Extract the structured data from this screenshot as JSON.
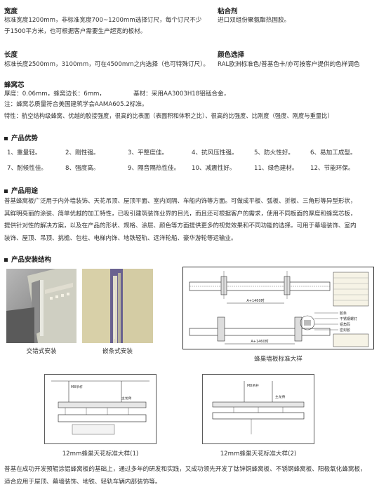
{
  "width": {
    "title": "宽度",
    "line1": "标准宽度1200mm，非标准宽度700~1200mm选择订尺，每个订尺不少",
    "line2": "于1500平方米，也可根据客户需要生产超宽的板材。"
  },
  "adhesive": {
    "title": "粘合剂",
    "line1": "进口双组份聚氨酯热固胶。"
  },
  "length": {
    "title": "长度",
    "line1": "标准长度2500mm，3100mm，可在4500mm之内选择（也可特殊订尺）。"
  },
  "color": {
    "title": "颜色选择",
    "line1": "RAL欧洲标准色/普基色卡/亦可按客户提供的色样调色"
  },
  "core": {
    "title": "蜂窝芯",
    "thickness": "厚度：0.06mm，蜂窝边长：6mm，",
    "material": "基材：采用AA3003H18铝锰合金，",
    "quality": "注：蜂窝芯质量符合美国建筑学会AAMA605.2标准。",
    "feature": "特性：航空结构级蜂窝、优越的胶接强度，很高的比表面（表面积和体积之比）、很高的比强度、比刚度（强度、刚度与重量比）"
  },
  "advantages": {
    "title": "产品优势",
    "items": [
      "1、重量轻。",
      "2、刚性强。",
      "3、平整度佳。",
      "4、抗风压性强。",
      "5、防火性好。",
      "6、易加工成型。",
      "7、耐候性佳。",
      "8、强度高。",
      "9、隔音隔热性佳。",
      "10、减震性好。",
      "11、绿色建材。",
      "12、节能环保。"
    ]
  },
  "usage": {
    "title": "产品用途",
    "lines": [
      "普基蜂窝板广泛用于内外墙装饰、天花吊顶、屋顶平面、室内间隔、车船内饰等方面。可做成平板、弧板、折板、三角形等异型形状，",
      "其鲜明亮丽的涂装、简单优越的加工特性，已吸引建筑装饰业界的目光，而且还可根据客户的需求，使用不同板面的厚度和蜂窝芯板，",
      "提供针对性的解决方案，以及在产品的形状、规格、涂层、颜色等方面提供更多的视觉效果和不同功能的选择。可用于幕墙装饰、室内",
      "装饰、屋顶、吊顶、挑檐、包柱、电梯内饰、地铁轻轨、远洋轮船、豪华游轮等运输业。"
    ]
  },
  "installation": {
    "title": "产品安装结构",
    "captions": {
      "staggered": "交错式安装",
      "inlay": "嵌条式安装",
      "wall": "蜂巢墙板标准大样",
      "ceiling1": "12mm蜂巢天花标准大样(1)",
      "ceiling2": "12mm蜂巢天花标准大样(2)"
    },
    "wall_labels": {
      "a_top": "A+1460时",
      "a_bottom": "A+1460时",
      "l1": "胶条",
      "l2": "不锈钢螺钉",
      "l3": "铝角码",
      "l4": "密封胶"
    },
    "ceiling1_labels": {
      "a": "M8吊杆",
      "b": "主龙骨"
    },
    "ceiling2_labels": {
      "a": "M8吊杆",
      "b": "主龙骨"
    }
  },
  "footer": {
    "line1": "普基在成功开发预辊涂铝蜂窝板的基础上，通过多年的研发和实践，又成功领先开发了钛锌铜蜂窝板、不锈钢蜂窝板、阳极氧化蜂窝板，",
    "line2": "适合应用于屋顶、幕墙装饰、地铁、轻轨车辆内部装饰等。"
  },
  "colors": {
    "text": "#333333",
    "photo_left": "#9a9a9a",
    "photo_right": "#7b6fa0",
    "panel": "#d8d0a8"
  }
}
